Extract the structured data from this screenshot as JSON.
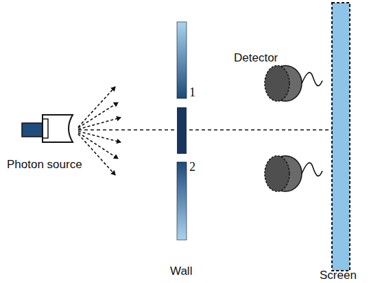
{
  "diagram": {
    "labels": [
      "Detector",
      "1",
      "2",
      "Photon source",
      "Wall",
      "Screen"
    ]
  }
}
